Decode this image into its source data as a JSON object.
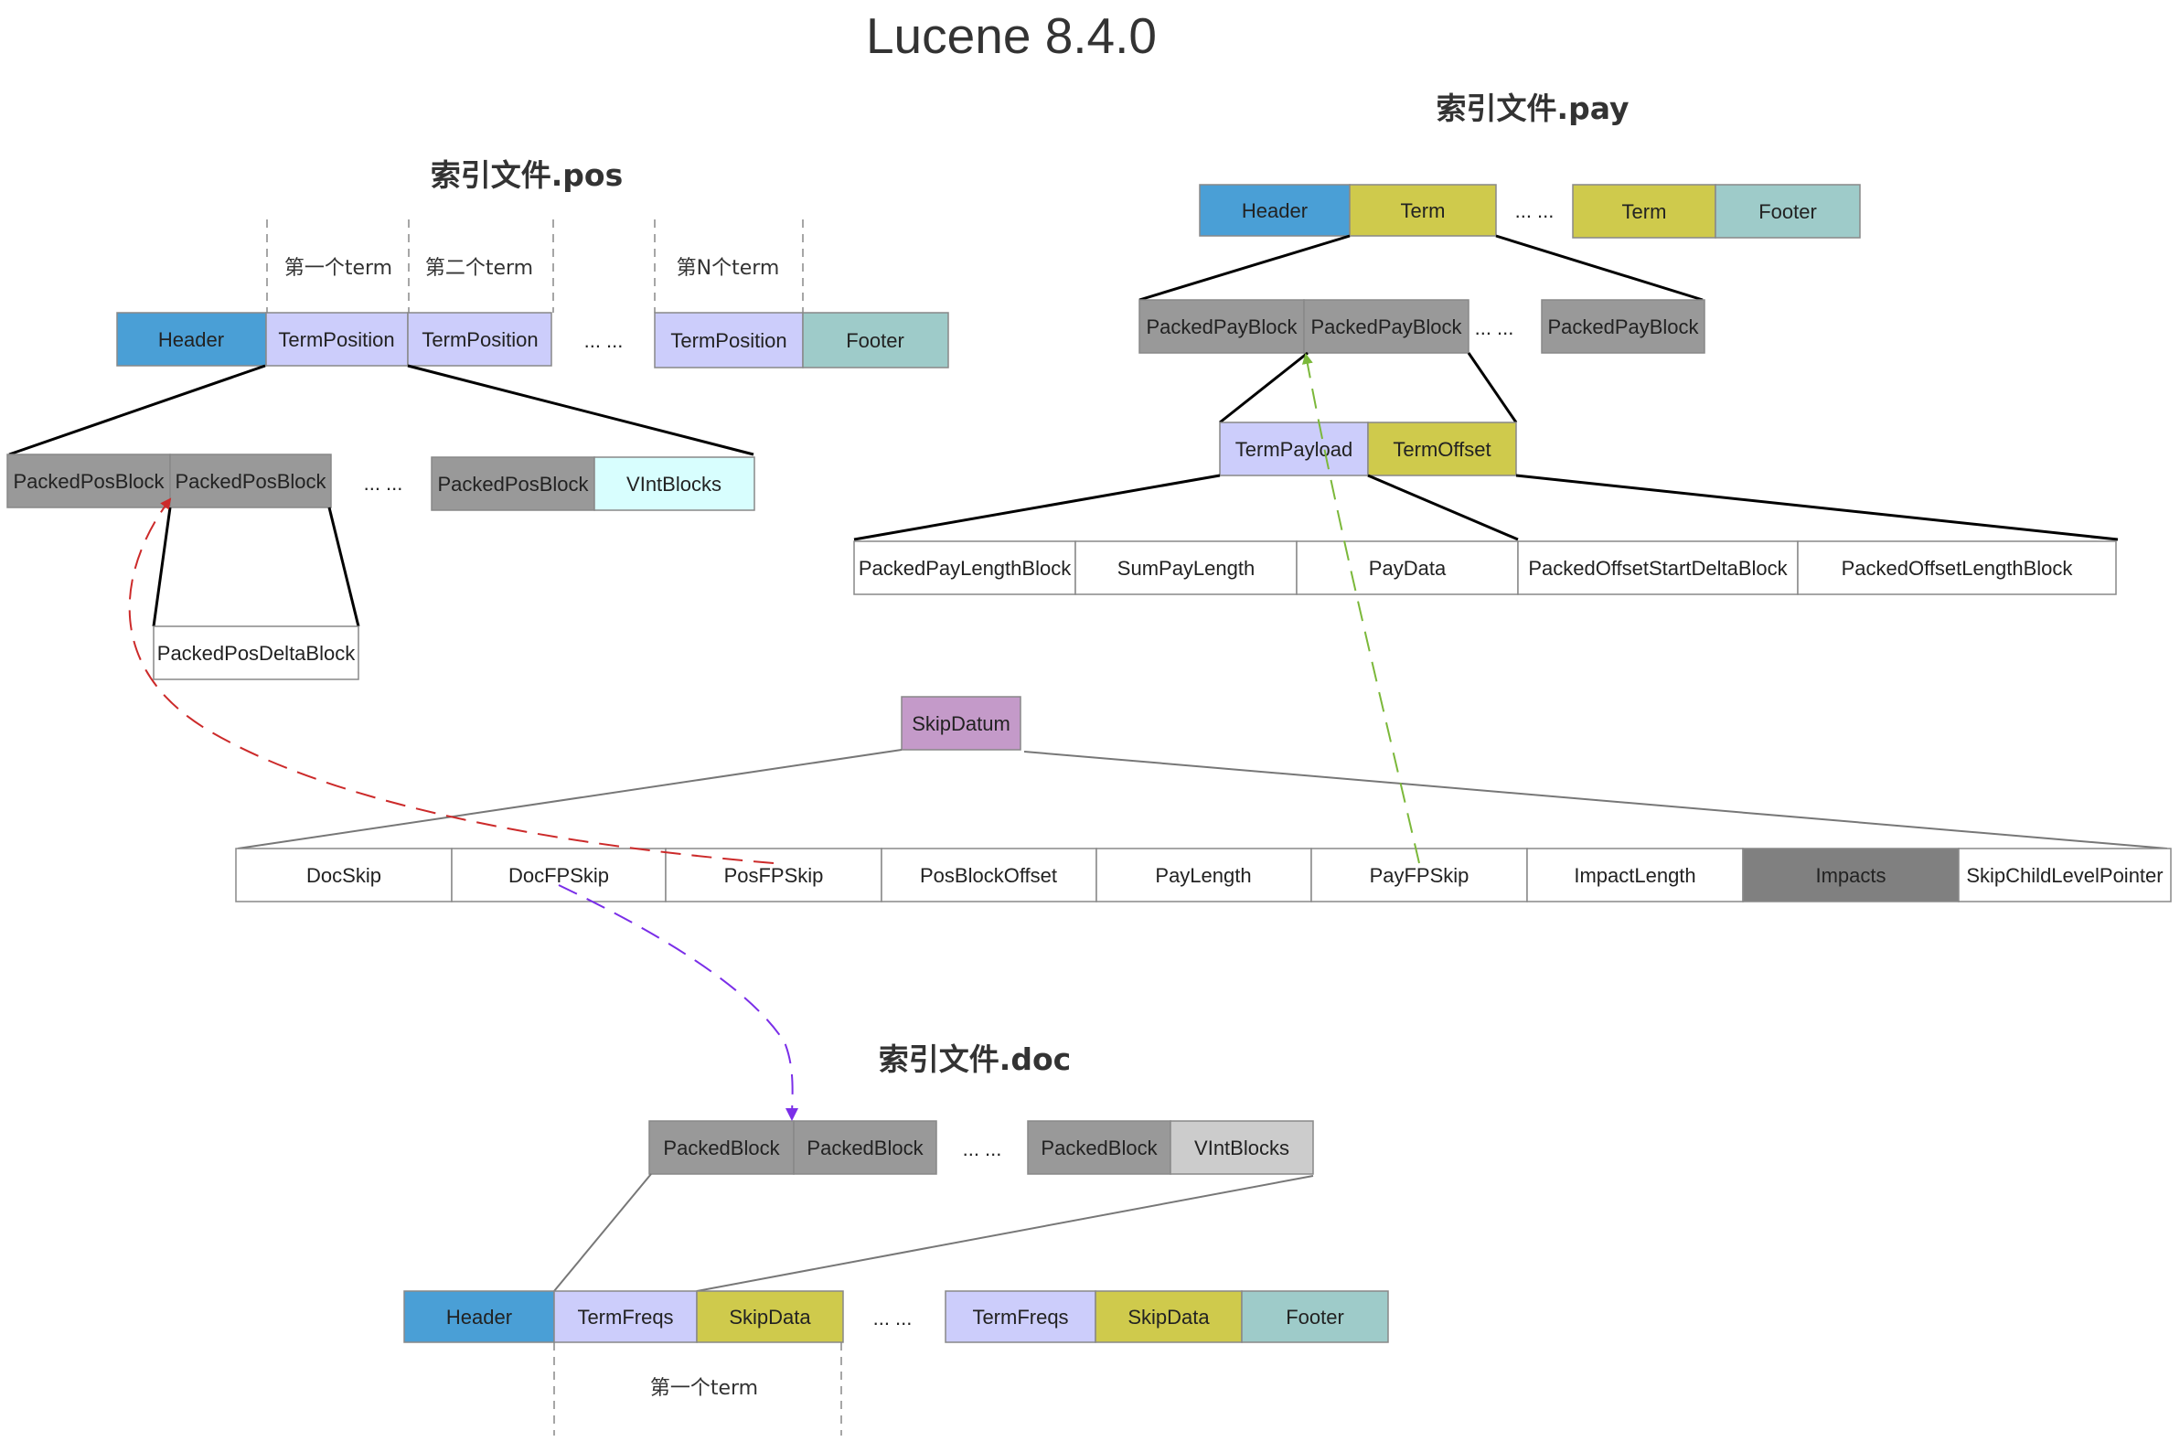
{
  "title": "Lucene 8.4.0",
  "colors": {
    "header": "#4a9fd6",
    "term": "#cfca4c",
    "footer": "#9ecbc9",
    "lavender": "#cccdfb",
    "gray": "#999999",
    "dark_gray": "#808080",
    "light_gray": "#cccccc",
    "cyan": "#d8fefe",
    "purple": "#c49ac9",
    "white": "#ffffff"
  },
  "pos": {
    "title": "索引文件.pos",
    "term_labels": [
      "第一个term",
      "第二个term",
      "第N个term"
    ],
    "row1": [
      "Header",
      "TermPosition",
      "TermPosition",
      "TermPosition",
      "Footer"
    ],
    "row1_ellipsis": "... ...",
    "row2": [
      "PackedPosBlock",
      "PackedPosBlock",
      "PackedPosBlock",
      "VIntBlocks"
    ],
    "row2_ellipsis": "... ...",
    "delta": "PackedPosDeltaBlock"
  },
  "pay": {
    "title": "索引文件.pay",
    "row1": [
      "Header",
      "Term",
      "Term",
      "Footer"
    ],
    "row1_ellipsis": "... ...",
    "row2": [
      "PackedPayBlock",
      "PackedPayBlock",
      "PackedPayBlock"
    ],
    "row2_ellipsis": "... ...",
    "row3": [
      "TermPayload",
      "TermOffset"
    ],
    "row4": [
      "PackedPayLengthBlock",
      "SumPayLength",
      "PayData",
      "PackedOffsetStartDeltaBlock",
      "PackedOffsetLengthBlock"
    ]
  },
  "skip": {
    "root": "SkipDatum",
    "fields": [
      "DocSkip",
      "DocFPSkip",
      "PosFPSkip",
      "PosBlockOffset",
      "PayLength",
      "PayFPSkip",
      "ImpactLength",
      "Impacts",
      "SkipChildLevelPointer"
    ]
  },
  "doc": {
    "title": "索引文件.doc",
    "row1": [
      "PackedBlock",
      "PackedBlock",
      "PackedBlock",
      "VIntBlocks"
    ],
    "row1_ellipsis": "... ...",
    "row2": [
      "Header",
      "TermFreqs",
      "SkipData",
      "TermFreqs",
      "SkipData",
      "Footer"
    ],
    "row2_ellipsis": "... ...",
    "term_label": "第一个term"
  }
}
